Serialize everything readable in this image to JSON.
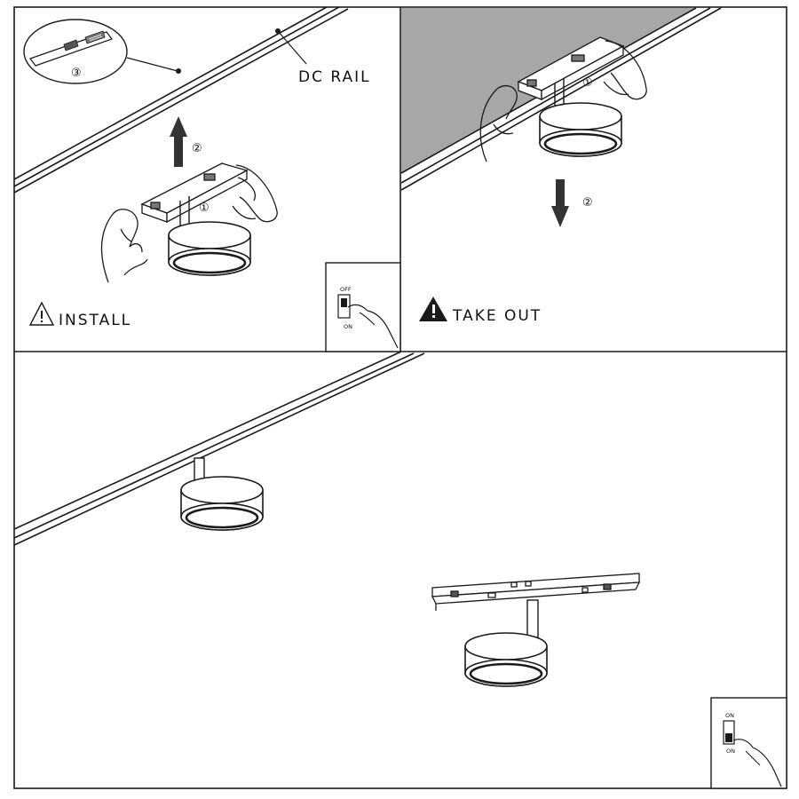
{
  "labels": {
    "dc_rail": "DC RAIL",
    "install": "INSTALL",
    "take_out": "TAKE OUT"
  },
  "steps": {
    "one": "①",
    "two": "②",
    "three": "③"
  },
  "switch": {
    "off": "OFF",
    "on": "ON"
  },
  "colors": {
    "line": "#1a1a1a",
    "ceiling_gray": "#a7a7a7",
    "arrow": "#333333",
    "background": "#ffffff"
  },
  "icons": [
    "warning-outline-icon",
    "warning-filled-icon",
    "arrow-up-icon",
    "arrow-down-icon",
    "hand-icon",
    "wall-switch-icon"
  ]
}
